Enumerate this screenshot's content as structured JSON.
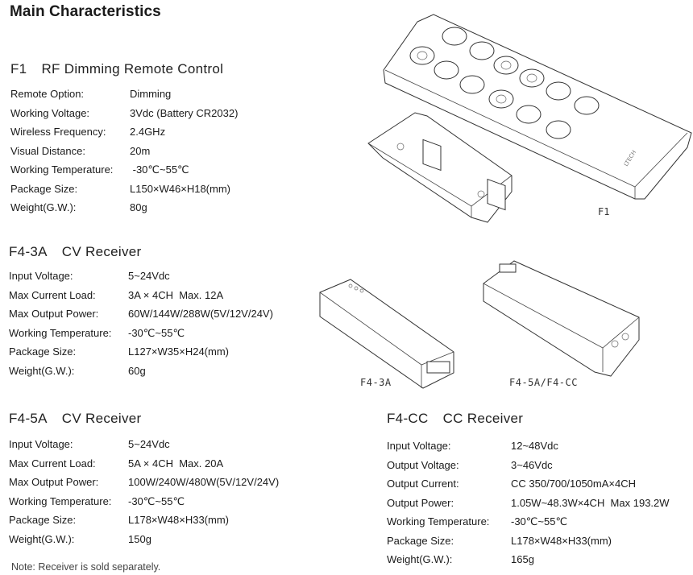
{
  "title": "Main Characteristics",
  "sections": {
    "f1": {
      "code": "F1",
      "name": "RF  Dimming Remote Control",
      "rows": [
        {
          "label": "Remote Option:",
          "value": "Dimming"
        },
        {
          "label": "Working Voltage:",
          "value": "3Vdc (Battery CR2032)"
        },
        {
          "label": "Wireless Frequency:",
          "value": "2.4GHz"
        },
        {
          "label": "Visual Distance:",
          "value": "20m"
        },
        {
          "label": "Working Temperature:",
          "value": " -30℃~55℃"
        },
        {
          "label": "Package Size:",
          "value": "L150×W46×H18(mm)"
        },
        {
          "label": "Weight(G.W.):",
          "value": "80g"
        }
      ]
    },
    "f43a": {
      "code": "F4-3A",
      "name": "CV Receiver",
      "rows": [
        {
          "label": "Input Voltage:",
          "value": "5~24Vdc"
        },
        {
          "label": "Max Current Load:",
          "value": "3A × 4CH  Max. 12A"
        },
        {
          "label": "Max Output Power:",
          "value": "60W/144W/288W(5V/12V/24V)"
        },
        {
          "label": "Working Temperature:",
          "value": "-30℃~55℃"
        },
        {
          "label": "Package Size:",
          "value": "L127×W35×H24(mm)"
        },
        {
          "label": "Weight(G.W.):",
          "value": "60g"
        }
      ]
    },
    "f45a": {
      "code": "F4-5A",
      "name": "CV Receiver",
      "rows": [
        {
          "label": "Input Voltage:",
          "value": "5~24Vdc"
        },
        {
          "label": "Max Current Load:",
          "value": "5A × 4CH  Max. 20A"
        },
        {
          "label": "Max Output Power:",
          "value": "100W/240W/480W(5V/12V/24V)"
        },
        {
          "label": "Working Temperature:",
          "value": "-30℃~55℃"
        },
        {
          "label": "Package Size:",
          "value": "L178×W48×H33(mm)"
        },
        {
          "label": "Weight(G.W.):",
          "value": "150g"
        }
      ]
    },
    "f4cc": {
      "code": "F4-CC",
      "name": "CC Receiver",
      "rows": [
        {
          "label": "Input Voltage:",
          "value": "12~48Vdc"
        },
        {
          "label": "Output Voltage:",
          "value": "3~46Vdc"
        },
        {
          "label": "Output Current:",
          "value": "CC 350/700/1050mA×4CH"
        },
        {
          "label": "Output Power:",
          "value": "1.05W~48.3W×4CH  Max 193.2W"
        },
        {
          "label": "Working Temperature:",
          "value": "-30℃~55℃"
        },
        {
          "label": "Package Size:",
          "value": "L178×W48×H33(mm)"
        },
        {
          "label": "Weight(G.W.):",
          "value": "165g"
        }
      ]
    }
  },
  "images": {
    "remote_caption": "F1",
    "remote_brand": "LTECH",
    "f43a_caption": "F4-3A",
    "f45a_caption": "F4-5A/F4-CC"
  },
  "note": "Note: Receiver is sold separately."
}
